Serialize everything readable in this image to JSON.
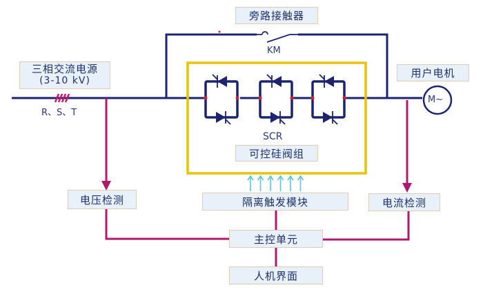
{
  "title": "高压固态软启动器结构原理图",
  "labels": {
    "source_name": "三相交流电源",
    "source_voltage": "(3-10 kV)",
    "phases": "R、S、T",
    "bypass_contactor": "旁路接触器",
    "bypass_switch_id": "KM",
    "motor_label": "用户电机",
    "motor_symbol": "M~",
    "scr_abbr": "SCR",
    "scr_group": "可控硅阀组",
    "voltage_detect": "电压检测",
    "trigger_module": "隔离触发模块",
    "current_detect": "电流检测",
    "main_control": "主控单元",
    "hmi": "人机界面"
  },
  "scr_stage_count": 3,
  "trigger_arrow_count": 6,
  "colors": {
    "power_line": "#1c2370",
    "control_line": "#b0186e",
    "scr_frame": "#e8c400",
    "trigger_arrow": "#5cc4dc",
    "node_dot": "#d0202a",
    "label_bg": "#e8f1f9",
    "label_border": "#e2cbb6"
  }
}
